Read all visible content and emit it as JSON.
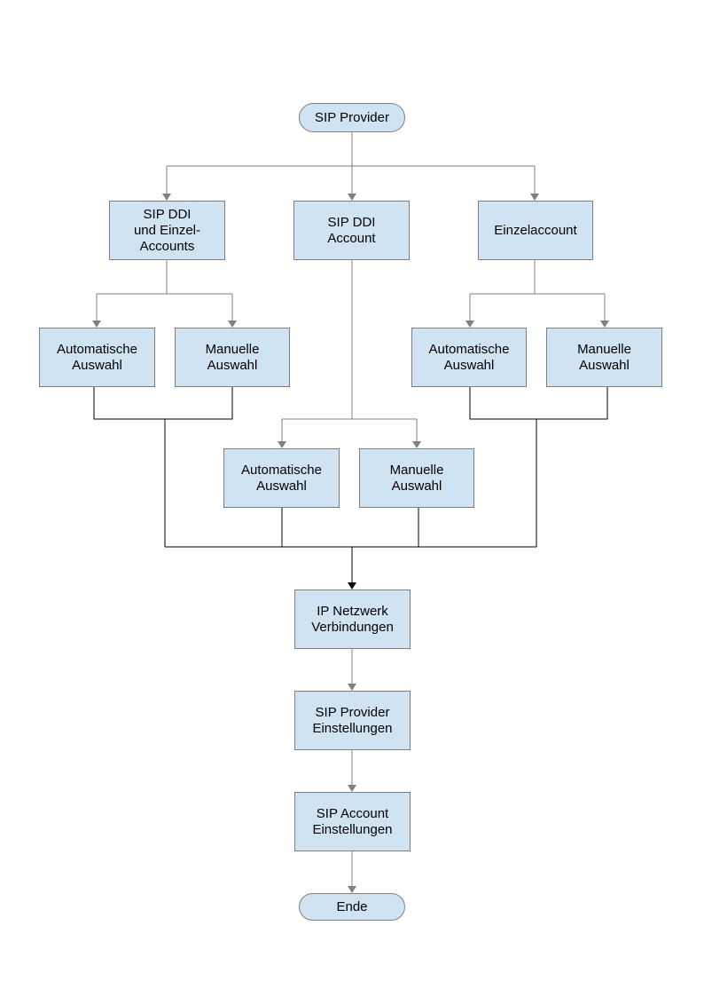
{
  "colors": {
    "node_fill": "#cfe3f3",
    "node_border": "#7f7f7f",
    "connector_gray": "#808080",
    "connector_black": "#000000"
  },
  "nodes": {
    "sip_provider": "SIP Provider",
    "sip_ddi_einzel": "SIP DDI\nund Einzel-\nAccounts",
    "sip_ddi_account": "SIP DDI\nAccount",
    "einzelaccount": "Einzelaccount",
    "auto_left": "Automatische\nAuswahl",
    "manual_left": "Manuelle\nAuswahl",
    "auto_right": "Automatische\nAuswahl",
    "manual_right": "Manuelle\nAuswahl",
    "auto_center": "Automatische\nAuswahl",
    "manual_center": "Manuelle\nAuswahl",
    "ip_netzwerk": "IP Netzwerk\nVerbindungen",
    "sip_provider_einst": "SIP Provider\nEinstellungen",
    "sip_account_einst": "SIP Account\nEinstellungen",
    "ende": "Ende"
  }
}
